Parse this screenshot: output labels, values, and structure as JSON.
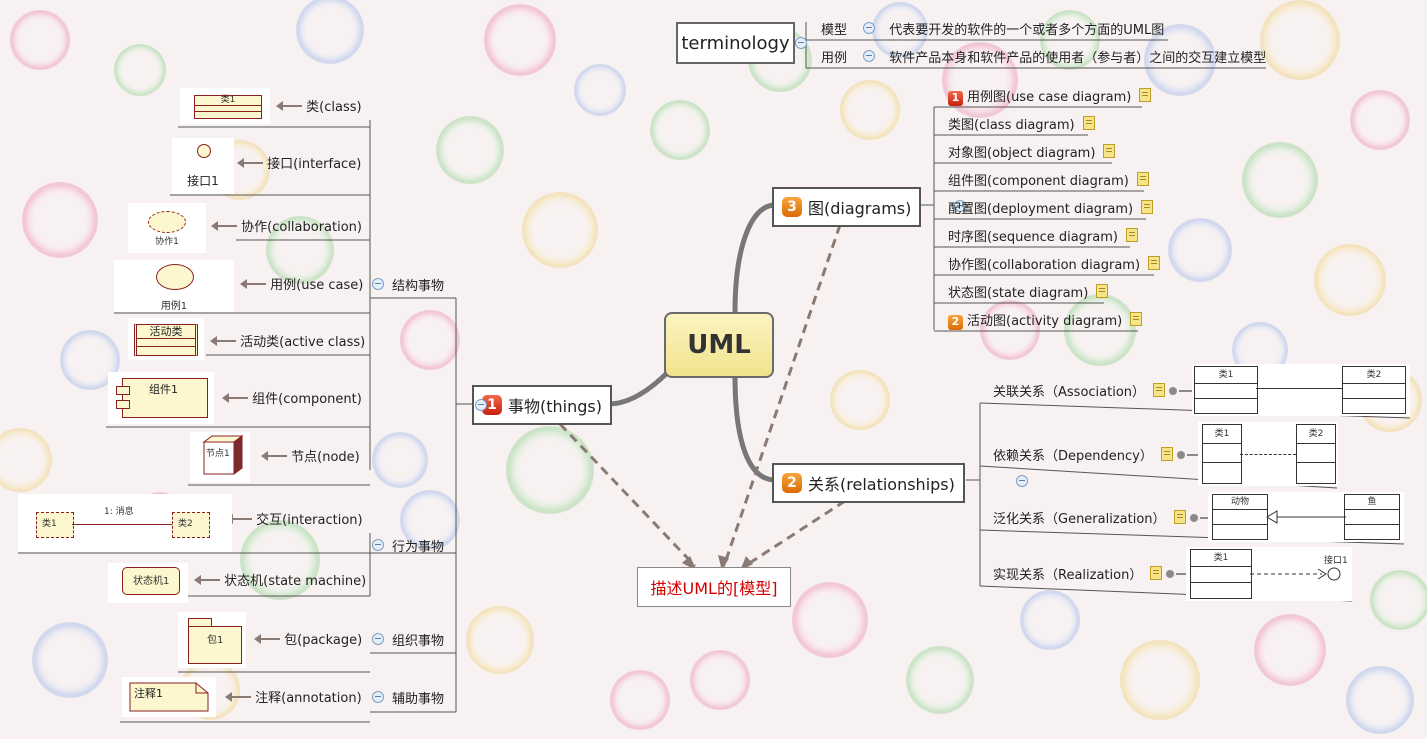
{
  "central": "UML",
  "description": "描述UML的[模型]",
  "terminology": {
    "title": "terminology",
    "items": [
      {
        "term": "模型",
        "def": "代表要开发的软件的一个或者多个方面的UML图"
      },
      {
        "term": "用例",
        "def": "软件产品本身和软件产品的使用者（参与者）之间的交互建立模型"
      }
    ]
  },
  "things": {
    "num": "1",
    "title": "事物(things)",
    "groups": {
      "structural": "结构事物",
      "behavioral": "行为事物",
      "grouping": "组织事物",
      "annotational": "辅助事物"
    },
    "items": [
      {
        "label": "类(class)",
        "img_text": "类1"
      },
      {
        "label": "接口(interface)",
        "img_text": "接口1"
      },
      {
        "label": "协作(collaboration)",
        "img_text": "协作1"
      },
      {
        "label": "用例(use case)",
        "img_text": "用例1"
      },
      {
        "label": "活动类(active class)",
        "img_text": "活动类"
      },
      {
        "label": "组件(component)",
        "img_text": "组件1"
      },
      {
        "label": "节点(node)",
        "img_text": "节点1"
      },
      {
        "label": "交互(interaction)",
        "img_text": [
          "类1",
          "1: 消息",
          "类2"
        ]
      },
      {
        "label": "状态机(state machine)",
        "img_text": "状态机1"
      },
      {
        "label": "包(package)",
        "img_text": "包1"
      },
      {
        "label": "注释(annotation)",
        "img_text": "注释1"
      }
    ]
  },
  "diagrams": {
    "num": "3",
    "title": "图(diagrams)",
    "items": [
      {
        "label": "用例图(use case diagram)",
        "num": "1"
      },
      {
        "label": "类图(class diagram)"
      },
      {
        "label": "对象图(object diagram)"
      },
      {
        "label": "组件图(component diagram)"
      },
      {
        "label": "配置图(deployment diagram)"
      },
      {
        "label": "时序图(sequence diagram)"
      },
      {
        "label": "协作图(collaboration diagram)"
      },
      {
        "label": "状态图(state diagram)"
      },
      {
        "label": "活动图(activity diagram)",
        "num": "2"
      }
    ]
  },
  "relationships": {
    "num": "2",
    "title": "关系(relationships)",
    "items": [
      {
        "label": "关联关系（Association）",
        "img_text": [
          "类1",
          "类2"
        ]
      },
      {
        "label": "依赖关系（Dependency）",
        "img_text": [
          "类1",
          "类2"
        ]
      },
      {
        "label": "泛化关系（Generalization）",
        "img_text": [
          "动物",
          "鱼"
        ]
      },
      {
        "label": "实现关系（Realization）",
        "img_text": [
          "类1",
          "接口1"
        ]
      }
    ]
  },
  "colors": {
    "description_text": "#d40000",
    "central_fill": "#f8eeaa",
    "badge_red": "#d9311b",
    "badge_orange": "#e97e17"
  }
}
